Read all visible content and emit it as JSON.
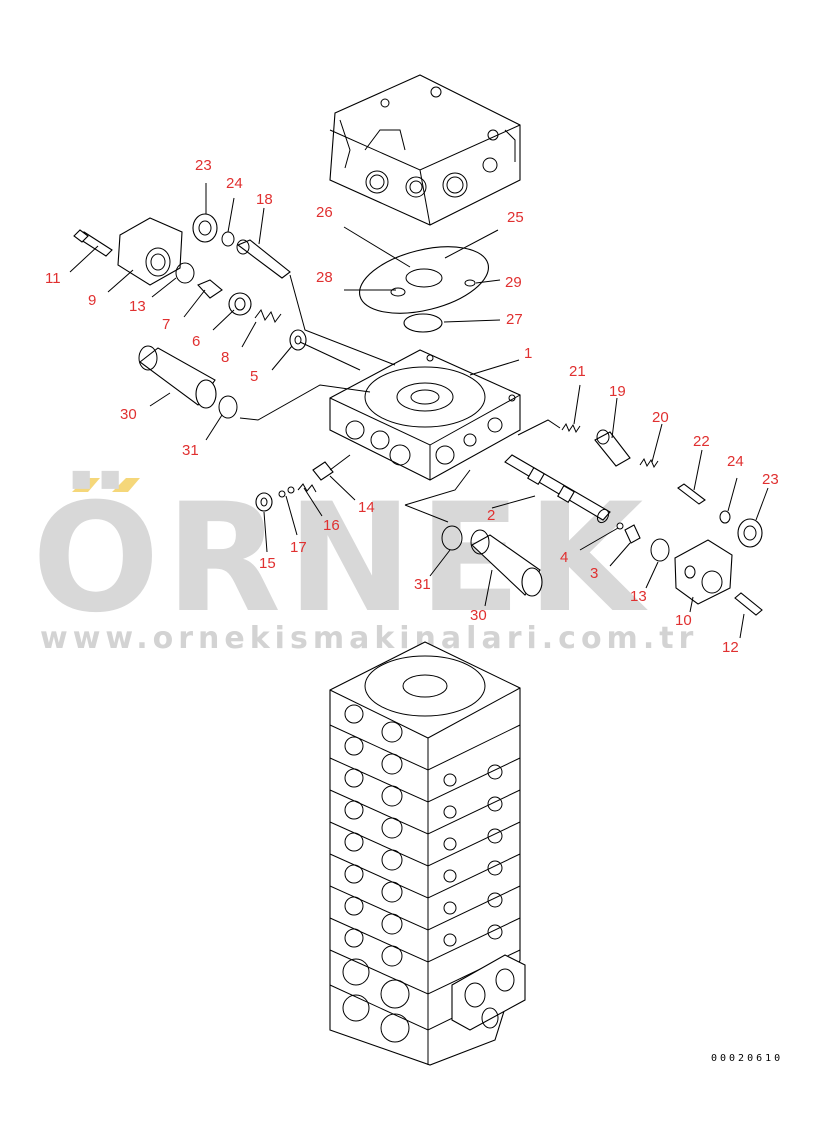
{
  "watermark": {
    "brand": "ÖRNEK",
    "url": "www.ornekismakinalari.com.tr",
    "accent_color": "#f5d77a",
    "text_color": "#d8d8d8"
  },
  "drawing_code": "00020610",
  "label_color": "#e03030",
  "callouts": [
    "1",
    "2",
    "3",
    "4",
    "5",
    "6",
    "7",
    "8",
    "9",
    "10",
    "11",
    "12",
    "13",
    "13",
    "14",
    "15",
    "16",
    "17",
    "18",
    "19",
    "20",
    "21",
    "22",
    "23",
    "23",
    "24",
    "24",
    "25",
    "26",
    "27",
    "28",
    "29",
    "30",
    "30",
    "31",
    "31"
  ]
}
